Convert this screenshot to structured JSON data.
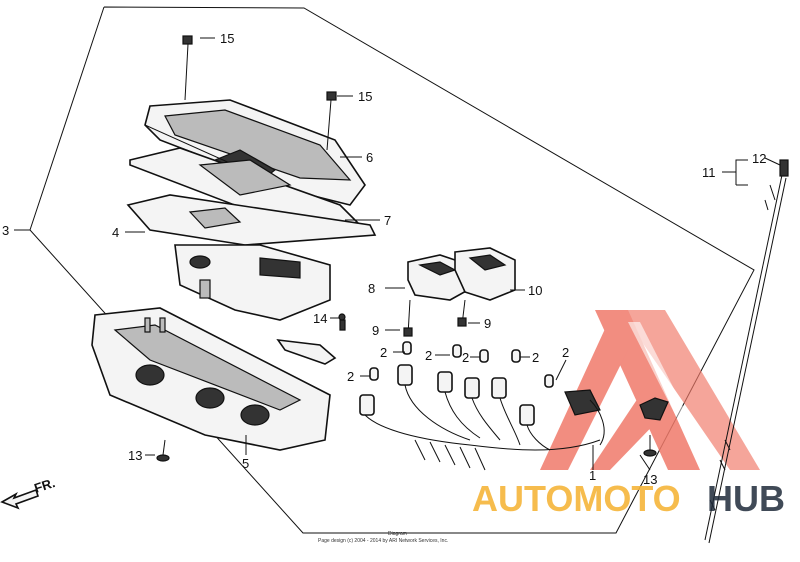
{
  "callouts": [
    {
      "id": "1",
      "text": "1"
    },
    {
      "id": "2",
      "text": "2"
    },
    {
      "id": "3",
      "text": "3"
    },
    {
      "id": "4",
      "text": "4"
    },
    {
      "id": "5",
      "text": "5"
    },
    {
      "id": "6",
      "text": "6"
    },
    {
      "id": "7",
      "text": "7"
    },
    {
      "id": "8",
      "text": "8"
    },
    {
      "id": "9",
      "text": "9"
    },
    {
      "id": "10",
      "text": "10"
    },
    {
      "id": "11",
      "text": "11"
    },
    {
      "id": "12",
      "text": "12"
    },
    {
      "id": "13",
      "text": "13"
    },
    {
      "id": "14",
      "text": "14"
    },
    {
      "id": "15",
      "text": "15"
    }
  ],
  "direction_label": "FR.",
  "copyright_line1": "Diagram",
  "copyright_line2": "Page design (c) 2004 - 2014 by ARI Network Services, Inc.",
  "watermark": {
    "part1": "AUTOMOTO",
    "part2": "HUB",
    "color_primary": "#f07a6a",
    "color_accent": "#f5b53a",
    "color_dark": "#1f2a3a"
  }
}
